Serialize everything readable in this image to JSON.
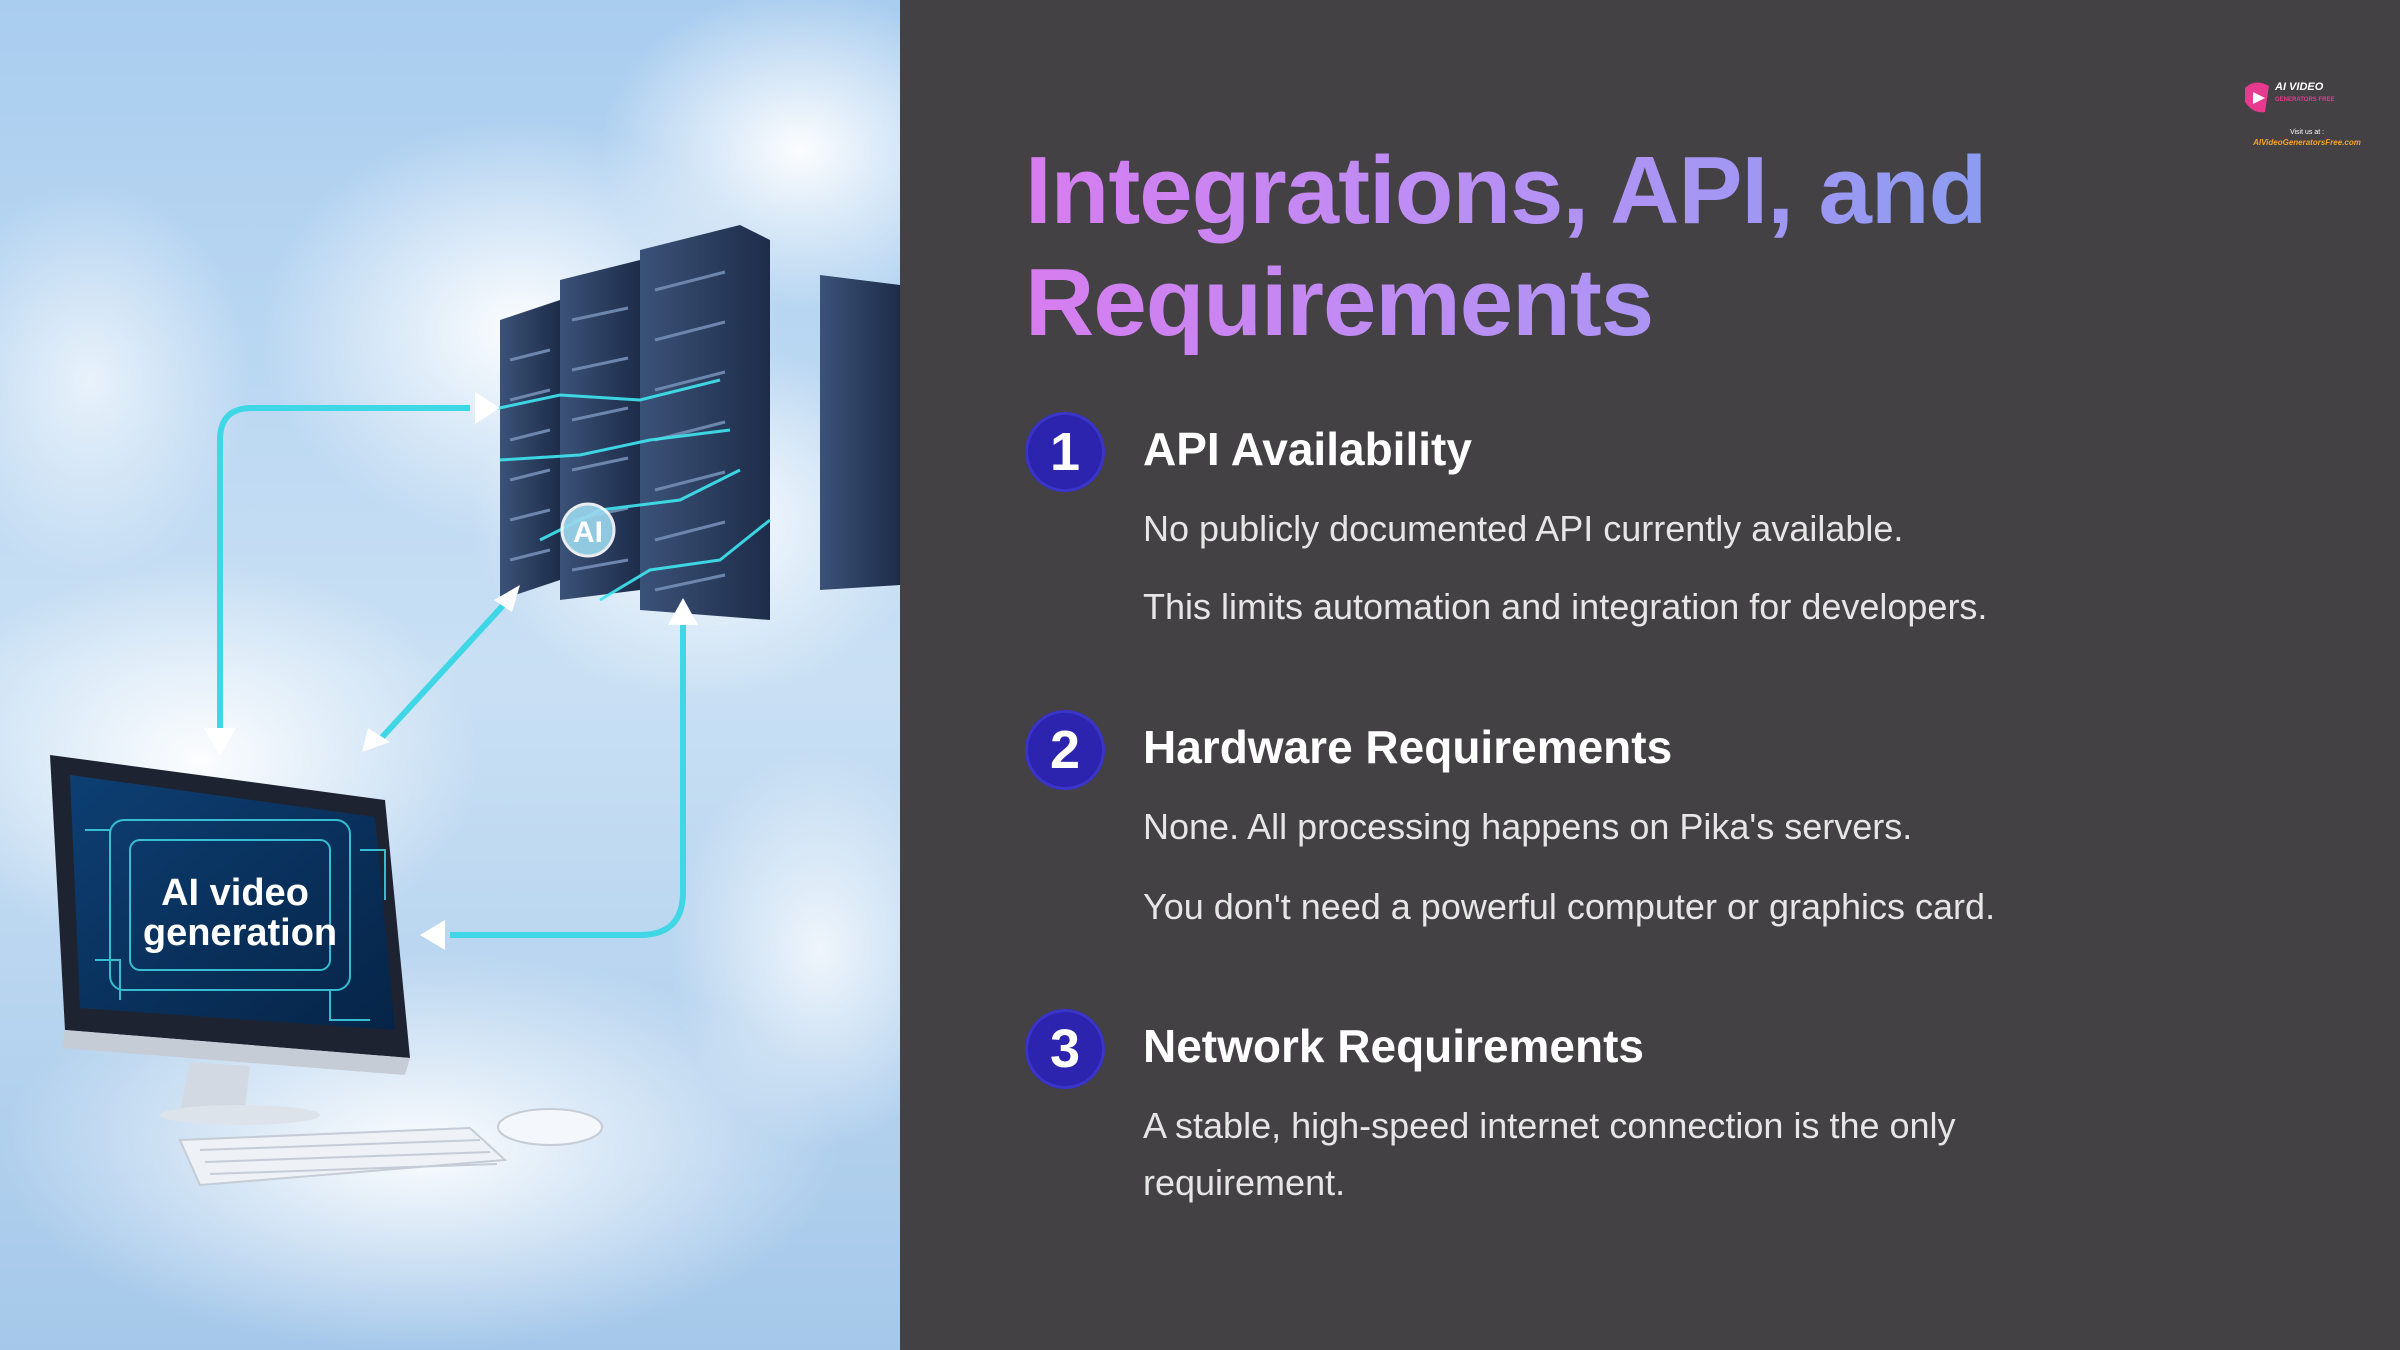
{
  "slide": {
    "title": "Integrations, API, and Requirements",
    "items": [
      {
        "number": "1",
        "title": "API Availability",
        "lines": [
          "No publicly documented API currently available.",
          "This limits automation and integration for developers."
        ]
      },
      {
        "number": "2",
        "title": "Hardware Requirements",
        "lines": [
          "None. All processing happens on Pika's servers.",
          "You don't need a powerful computer or graphics card."
        ]
      },
      {
        "number": "3",
        "title": "Network Requirements",
        "lines": [
          "A stable, high-speed internet connection is the only requirement."
        ]
      }
    ]
  },
  "illustration": {
    "screen_text_line1": "AI video",
    "screen_text_line2": "generation",
    "server_badge": "AI"
  },
  "logo": {
    "brand": "AI VIDEO",
    "sub": "GENERATORS FREE",
    "visit": "Visit us at :",
    "url": "AIVideoGeneratorsFree.com"
  },
  "colors": {
    "panel_bg": "#434143",
    "badge_bg": "#2c24ae",
    "title_gradient_start": "#d77df0",
    "title_gradient_end": "#7aa0ef",
    "arrow": "#3fd6e6"
  }
}
